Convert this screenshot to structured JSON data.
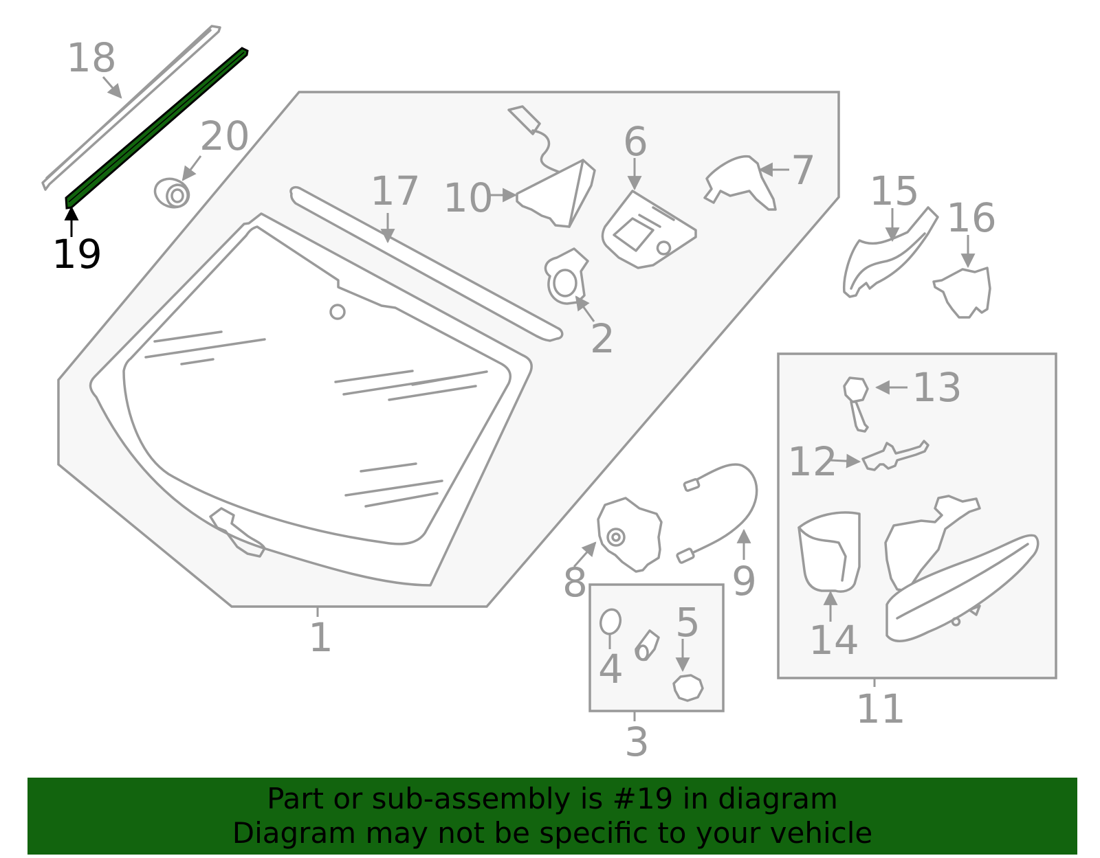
{
  "diagram": {
    "highlighted_part": "19",
    "highlight_color": "#12640e",
    "callouts": [
      "1",
      "2",
      "3",
      "4",
      "5",
      "6",
      "7",
      "8",
      "9",
      "10",
      "11",
      "12",
      "13",
      "14",
      "15",
      "16",
      "17",
      "18",
      "19",
      "20"
    ]
  },
  "banner": {
    "line1": "Part or sub-assembly is #19 in diagram",
    "line2": "Diagram may not be specific to your vehicle",
    "background": "#12640e"
  }
}
